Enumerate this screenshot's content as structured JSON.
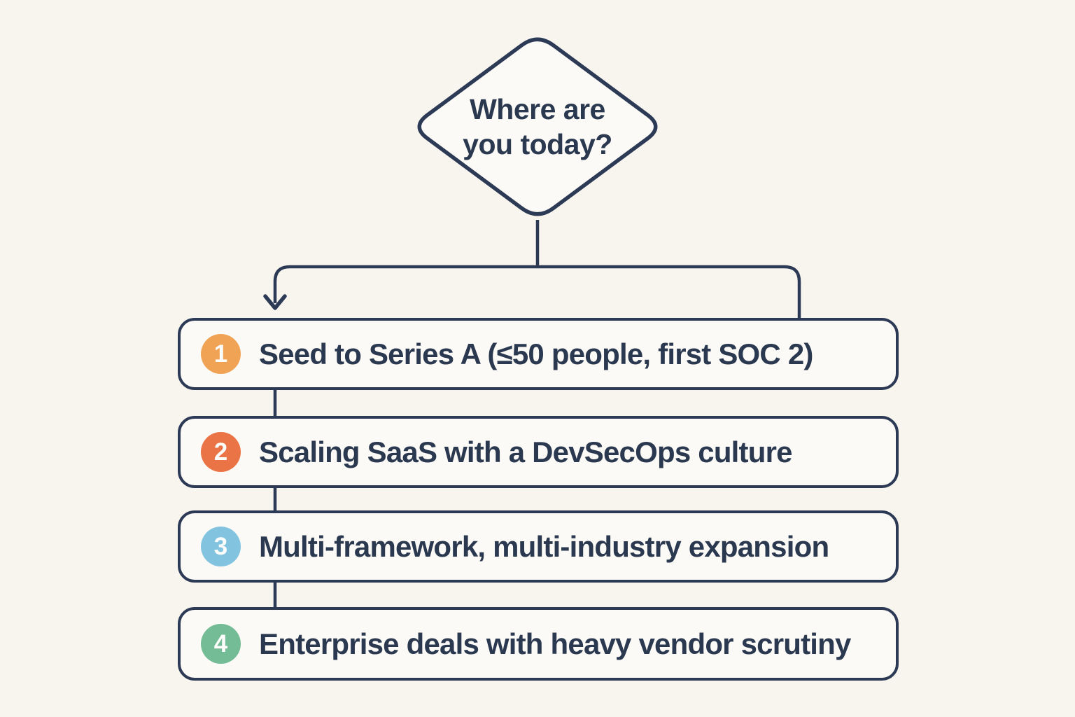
{
  "page": {
    "background_color": "#f8f5ef",
    "line_color": "#2c3a55",
    "text_color": "#2b3950",
    "shape_fill_color": "#fcfaf6"
  },
  "decision": {
    "line1": "Where are",
    "line2": "you today?"
  },
  "options": [
    {
      "number": "1",
      "badge_color": "#f0a355",
      "label": "Seed to Series A (≤50 people, first SOC 2)"
    },
    {
      "number": "2",
      "badge_color": "#ea7445",
      "label": "Scaling SaaS with a DevSecOps culture"
    },
    {
      "number": "3",
      "badge_color": "#82c4e0",
      "label": "Multi-framework, multi-industry expansion"
    },
    {
      "number": "4",
      "badge_color": "#74bc96",
      "label": "Enterprise deals with heavy vendor scrutiny"
    }
  ]
}
